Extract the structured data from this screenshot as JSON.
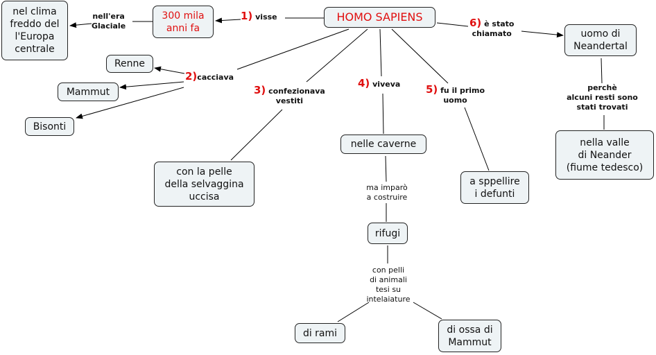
{
  "colors": {
    "node_bg": "#eef3f5",
    "accent": "#e01010"
  },
  "nodes": {
    "homo": "HOMO SAPIENS",
    "anni": "300 mila\nanni fa",
    "clima": "nel clima\nfreddo del\nl'Europa\ncentrale",
    "renne": "Renne",
    "mammut": "Mammut",
    "bisonti": "Bisonti",
    "pelle": "con la pelle\ndella selvaggina\nuccisa",
    "caverne": "nelle caverne",
    "rifugi": "rifugi",
    "rami": "di rami",
    "ossa": "di ossa di\nMammut",
    "defunti": "a sppellire\ni defunti",
    "neandertal": "uomo di\nNeandertal",
    "valle": "nella valle\ndi Neander\n(fiume tedesco)"
  },
  "links": {
    "l1": {
      "num": "1)",
      "text": " visse"
    },
    "glaciale": "nell'era\nGlaciale",
    "l2": {
      "num": "2)",
      "text": "cacciava"
    },
    "l3": {
      "num": "3)",
      "text": " confezionava\nvestiti"
    },
    "l4": {
      "num": "4)",
      "text": " viveva"
    },
    "l5": {
      "num": "5)",
      "text": " fu il primo\nuomo"
    },
    "l6": {
      "num": "6)",
      "text": " è stato\nchiamato"
    },
    "perche": "perchè\nalcuni resti sono\nstati trovati",
    "imparo": "ma imparò\na costruire",
    "pelli": "con pelli\ndi animali\ntesi su\nintelaiature"
  }
}
